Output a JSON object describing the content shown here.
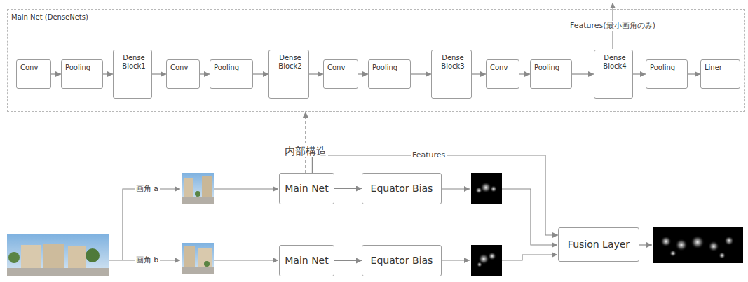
{
  "diagram": {
    "nodes": [
      {
        "text": [
          "Main Net (DenseNets)"
        ]
      },
      {
        "text": [
          "Conv"
        ],
        "in": 0
      },
      {
        "text": [
          "Pooling"
        ],
        "in": 0
      },
      {
        "text": [
          "Dense Block1"
        ],
        "in": 0
      },
      {
        "text": [
          "Conv"
        ],
        "in": 0
      },
      {
        "text": [
          "Pooling"
        ],
        "in": 0
      },
      {
        "text": [
          "Dense Block2"
        ],
        "in": 0
      },
      {
        "text": [
          "Conv"
        ],
        "in": 0
      },
      {
        "text": [
          "Pooling"
        ],
        "in": 0
      },
      {
        "text": [
          "Dense Block3"
        ],
        "in": 0
      },
      {
        "text": [
          "Conv"
        ],
        "in": 0
      },
      {
        "text": [
          "Pooling"
        ],
        "in": 0
      },
      {
        "text": [
          "Dense Block4"
        ],
        "in": 0
      },
      {
        "text": [
          "Pooling"
        ],
        "in": 0
      },
      {
        "text": [
          "Liner"
        ],
        "in": 0
      },
      {
        "text": [
          "Main Net"
        ]
      },
      {
        "text": [
          "Equator Bias"
        ]
      },
      {
        "text": [
          "Main Net"
        ]
      },
      {
        "text": [
          "Equator Bias"
        ]
      },
      {
        "text": [
          "Fusion Layer"
        ]
      }
    ],
    "edges": [
      {
        "from": 1,
        "to": 2,
        "arrow": "to"
      },
      {
        "from": 2,
        "to": 3,
        "arrow": "to"
      },
      {
        "from": 3,
        "to": 4,
        "arrow": "to"
      },
      {
        "from": 4,
        "to": 5,
        "arrow": "to"
      },
      {
        "from": 5,
        "to": 6,
        "arrow": "to"
      },
      {
        "from": 6,
        "to": 7,
        "arrow": "to"
      },
      {
        "from": 7,
        "to": 8,
        "arrow": "to"
      },
      {
        "from": 8,
        "to": 9,
        "arrow": "to"
      },
      {
        "from": 9,
        "to": 10,
        "arrow": "to"
      },
      {
        "from": 10,
        "to": 11,
        "arrow": "to"
      },
      {
        "from": 11,
        "to": 12,
        "arrow": "to"
      },
      {
        "from": 12,
        "to": 13,
        "arrow": "to"
      },
      {
        "from": 13,
        "to": 14,
        "arrow": "to"
      },
      {
        "from": 15,
        "to": 0,
        "label": "内部構造",
        "arrow": "to"
      },
      {
        "from": 15,
        "to": 16,
        "arrow": "to"
      },
      {
        "from": 17,
        "to": 18,
        "arrow": "to"
      },
      {
        "from": 15,
        "to": 19,
        "label": "Features",
        "arrow": "to"
      }
    ],
    "labels": [
      "Features(最小画角のみ)",
      "画角 a",
      "画角 b"
    ]
  }
}
